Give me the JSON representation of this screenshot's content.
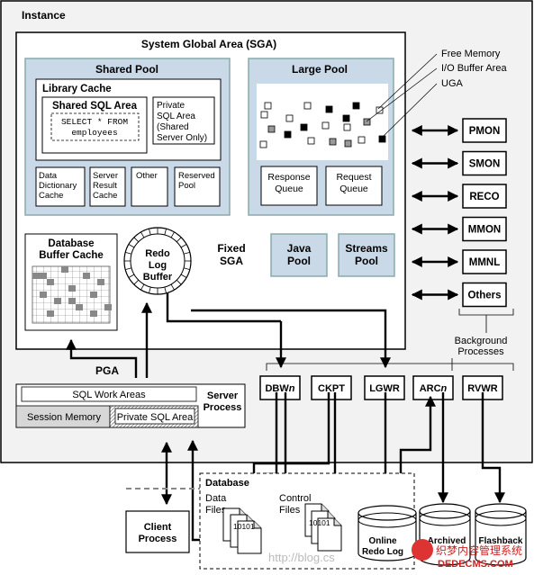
{
  "instance": {
    "title": "Instance"
  },
  "sga": {
    "title": "System Global Area (SGA)"
  },
  "shared_pool": {
    "title": "Shared Pool",
    "library_cache": {
      "title": "Library Cache",
      "shared_sql_area": {
        "title": "Shared SQL Area",
        "sql_line1": "SELECT * FROM",
        "sql_line2": "employees"
      },
      "private_sql_area": {
        "lines": [
          "Private",
          "SQL Area",
          "(Shared",
          "Server Only)"
        ]
      }
    },
    "data_dictionary_cache": [
      "Data",
      "Dictionary",
      "Cache"
    ],
    "server_result_cache": [
      "Server",
      "Result",
      "Cache"
    ],
    "other": "Other",
    "reserved_pool": [
      "Reserved",
      "Pool"
    ]
  },
  "large_pool": {
    "title": "Large Pool",
    "response_queue": [
      "Response",
      "Queue"
    ],
    "request_queue": [
      "Request",
      "Queue"
    ]
  },
  "legend": {
    "free_memory": "Free Memory",
    "io_buffer_area": "I/O Buffer Area",
    "uga": "UGA"
  },
  "database_buffer_cache": [
    "Database",
    "Buffer Cache"
  ],
  "redo_log_buffer": [
    "Redo",
    "Log",
    "Buffer"
  ],
  "fixed_sga": [
    "Fixed",
    "SGA"
  ],
  "java_pool": [
    "Java",
    "Pool"
  ],
  "streams_pool": [
    "Streams",
    "Pool"
  ],
  "background_processes_right": [
    "PMON",
    "SMON",
    "RECO",
    "MMON",
    "MMNL",
    "Others"
  ],
  "background_processes_label": [
    "Background",
    "Processes"
  ],
  "pga": {
    "title": "PGA",
    "sql_work_areas": "SQL Work Areas",
    "session_memory": "Session Memory",
    "private_sql_area": "Private SQL Area"
  },
  "server_process": [
    "Server",
    "Process"
  ],
  "processes_bottom": [
    "DBWn",
    "CKPT",
    "LGWR",
    "ARCn",
    "RVWR"
  ],
  "database": {
    "title": "Database",
    "data_files": [
      "Data",
      "Files"
    ],
    "control_files": [
      "Control",
      "Files"
    ],
    "file_icon_text": "10101",
    "online_redo_log": [
      "Online",
      "Redo Log"
    ],
    "archived_redo_log": "Archived",
    "flashback": "Flashback"
  },
  "client_process": [
    "Client",
    "Process"
  ],
  "watermark": {
    "url": "http://blog.cs",
    "cn": "织梦内容管理系统",
    "domain": "DEDECMS.COM"
  },
  "colors": {
    "pool_fill": "#c9d9e8",
    "shade": "#d7d7d7",
    "white": "#ffffff",
    "black": "#000000"
  }
}
